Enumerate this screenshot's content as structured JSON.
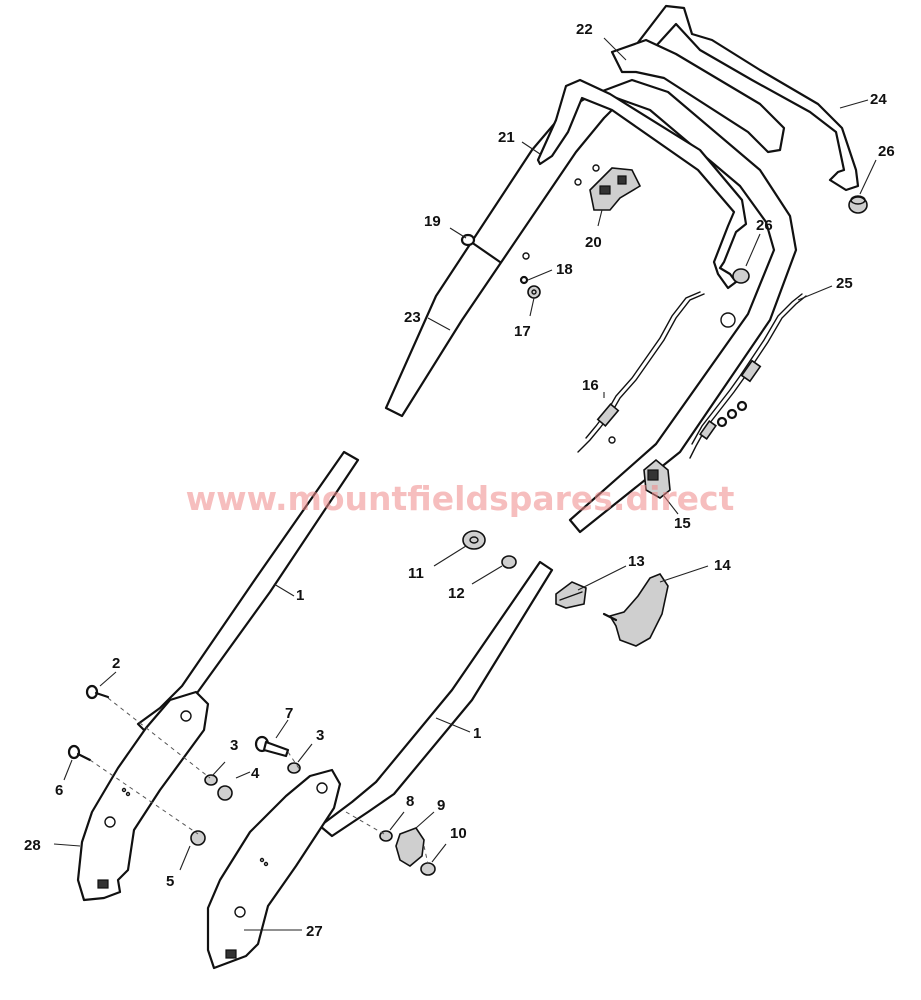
{
  "watermark": "www.mountfieldspares.direct",
  "callouts": {
    "c1a": "1",
    "c1b": "1",
    "c2": "2",
    "c3a": "3",
    "c3b": "3",
    "c4": "4",
    "c5": "5",
    "c6": "6",
    "c7": "7",
    "c8": "8",
    "c9": "9",
    "c10": "10",
    "c11": "11",
    "c12": "12",
    "c13": "13",
    "c14": "14",
    "c15": "15",
    "c16": "16",
    "c17": "17",
    "c18": "18",
    "c19": "19",
    "c20": "20",
    "c21": "21",
    "c22": "22",
    "c23": "23",
    "c24": "24",
    "c25": "25",
    "c26a": "26",
    "c26b": "26",
    "c27": "27",
    "c28": "28"
  }
}
